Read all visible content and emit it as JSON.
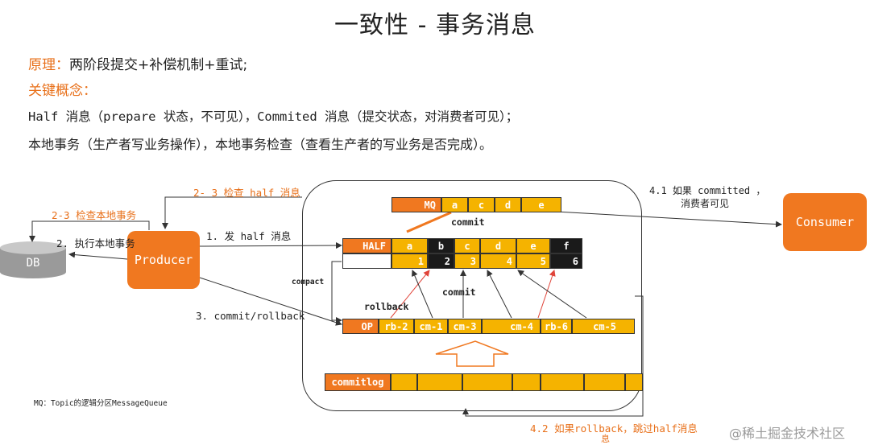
{
  "title": "一致性 - 事务消息",
  "principle": {
    "label": "原理：",
    "text": "两阶段提交+补偿机制+重试;"
  },
  "key_concepts_label": "关键概念：",
  "concept_line1": "Half 消息（prepare 状态，不可见），Commited 消息（提交状态，对消费者可见）；",
  "concept_line2": "本地事务（生产者写业务操作），本地事务检查（查看生产者的写业务是否完成）。",
  "nodes": {
    "producer": "Producer",
    "consumer": "Consumer",
    "db": "DB"
  },
  "edges": {
    "check_half": "2- 3 检查 half 消息",
    "check_local": "2-3 检查本地事务",
    "exec_local": "2. 执行本地事务",
    "send_half": "1. 发 half 消息",
    "commit_rollback": "3. commit/rollback",
    "if_committed_1": "4.1 如果 committed ，",
    "if_committed_2": "消费者可见",
    "if_rollback_1": "4.2 如果rollback，跳过half消息",
    "if_rollback_2": "息"
  },
  "mq_row": {
    "label": "MQ",
    "cells": [
      "a",
      "c",
      "d",
      "e"
    ]
  },
  "half_row": {
    "label": "HALF",
    "cells": [
      "a",
      "b",
      "c",
      "d",
      "e",
      "f"
    ],
    "offsets": [
      "1",
      "2",
      "3",
      "4",
      "5",
      "6"
    ],
    "black": [
      "b",
      "f"
    ]
  },
  "op_row": {
    "label": "OP",
    "cells": [
      "rb-2",
      "cm-1",
      "cm-3",
      "cm-4",
      "rb-6",
      "cm-5"
    ]
  },
  "commitlog_label": "commitlog",
  "annotations": {
    "commit_top": "commit",
    "commit_mid": "commit",
    "rollback": "rollback",
    "compact": "compact"
  },
  "footnote": "MQ：Topic的逻辑分区MessageQueue",
  "watermark": "@稀土掘金技术社区",
  "colors": {
    "orange": "#f07820",
    "yellow": "#f5b300",
    "accent_text": "#e8701a",
    "black": "#1a1a1a"
  }
}
